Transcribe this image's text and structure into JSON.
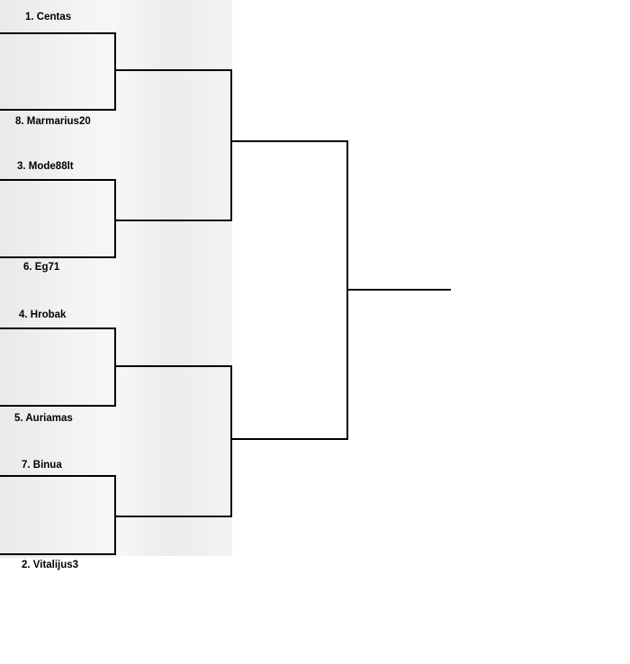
{
  "teams": {
    "t1": "1. Centas",
    "t8": "8. Marmarius20",
    "t3": "3. Mode88lt",
    "t6": "6. Eg71",
    "t4": "4. Hrobak",
    "t5": "5. Auriamas",
    "t7": "7. Binua",
    "t2": "2. Vitalijus3"
  },
  "colors": {
    "line": "#000000",
    "shade": "#ececec",
    "background": "#ffffff"
  }
}
